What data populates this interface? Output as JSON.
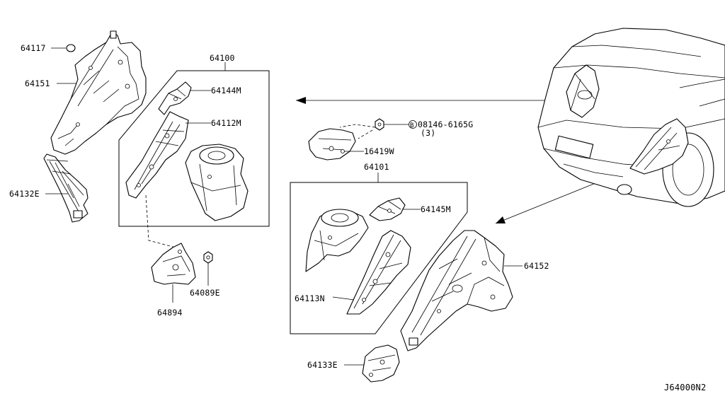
{
  "diagram": {
    "part_labels": {
      "p64117": "64117",
      "p64151": "64151",
      "p64132e": "64132E",
      "p64100": "64100",
      "p64144m": "64144M",
      "p64112m": "64112M",
      "p64089e": "64089E",
      "p64894": "64894",
      "p08146": "08146-6165G",
      "p08146_qty": "(3)",
      "p08146_prefix": "B",
      "p16419w": "16419W",
      "p64101": "64101",
      "p64145m": "64145M",
      "p64113n": "64113N",
      "p64152": "64152",
      "p64133e": "64133E"
    },
    "diagram_code": "J64000N2"
  }
}
